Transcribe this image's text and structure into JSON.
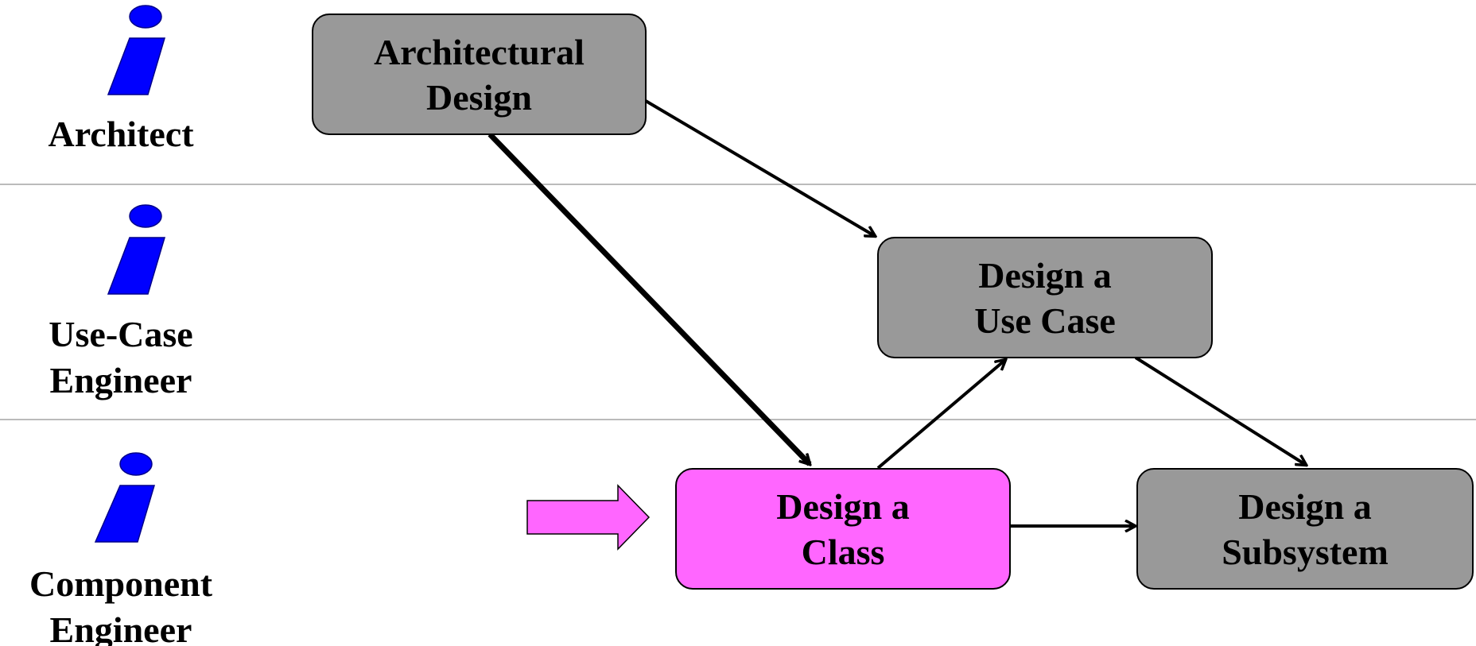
{
  "colors": {
    "worker_icon": "#0000ff",
    "activity_default": "#999999",
    "activity_highlight": "#ff66ff",
    "swimlane_divider": "#bbbbbb",
    "stroke": "#000000"
  },
  "workers": [
    {
      "icon": "worker-icon",
      "label_lines": [
        "Architect"
      ]
    },
    {
      "icon": "worker-icon",
      "label_lines": [
        "Use-Case",
        "Engineer"
      ]
    },
    {
      "icon": "worker-icon",
      "label_lines": [
        "Component",
        "Engineer"
      ]
    }
  ],
  "activities": {
    "architectural_design": {
      "lines": [
        "Architectural",
        "Design"
      ]
    },
    "design_use_case": {
      "lines": [
        "Design a",
        "Use Case"
      ]
    },
    "design_class": {
      "lines": [
        "Design a",
        "Class"
      ],
      "highlighted": true
    },
    "design_subsystem": {
      "lines": [
        "Design a",
        "Subsystem"
      ]
    }
  },
  "current_activity_pointer": "block-arrow-icon"
}
